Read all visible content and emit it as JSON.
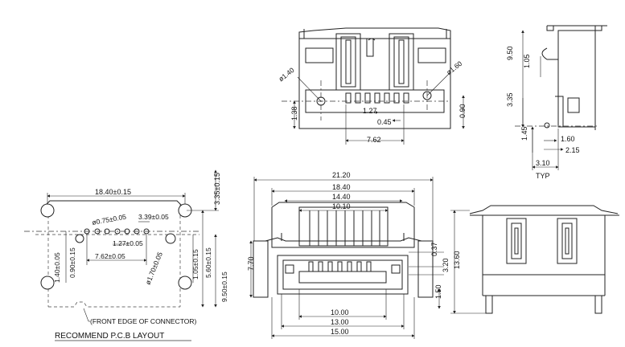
{
  "top_view": {
    "dia_left": "ø1.40",
    "dia_right": "ø1.60",
    "pitch": "1.27",
    "width": "0.45",
    "span": "7.62",
    "h_left": "1.38",
    "h_right": "0.90"
  },
  "side_view": {
    "h_total": "9.50",
    "h_small": "1.05",
    "h_mid": "3.35",
    "h_low": "1.45",
    "w1": "1.60",
    "w2": "2.15",
    "w3": "3.10",
    "typ": "TYP"
  },
  "pcb_layout": {
    "w_outer": "18.40±0.15",
    "h_top": "3.35±0.15",
    "hole_dia": "ø0.75±0.05",
    "offset": "3.39±0.05",
    "pitch": "1.27±0.05",
    "span": "7.62±0.05",
    "peg_dia": "ø1.70±0.05",
    "left_h1": "1.40±0.05",
    "left_h2": "0.90±0.15",
    "right_h1": "1.05±0.15",
    "right_h2": "5.60±0.15",
    "right_h3": "9.50±0.15",
    "front_edge": "(FRONT EDGE OF CONNECTOR)",
    "caption": "RECOMMEND  P.C.B  LAYOUT"
  },
  "front_view": {
    "w1": "21.20",
    "w2": "18.40",
    "w3": "14.40",
    "w4": "10.10",
    "h_left": "7.70",
    "d1": "0.37",
    "d2": "3.20",
    "d3": "1.50",
    "b1": "10.00",
    "b2": "13.00",
    "b3": "15.00"
  },
  "rear_view": {
    "height": "13.60"
  }
}
